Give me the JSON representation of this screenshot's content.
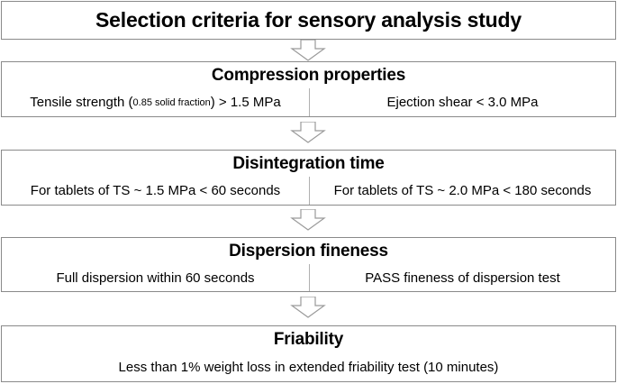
{
  "title": "Selection criteria for sensory analysis study",
  "stages": [
    {
      "heading": "Compression properties",
      "left": {
        "prefix": "Tensile strength (",
        "small": "0.85 solid fraction",
        "suffix": ") > 1.5 MPa"
      },
      "right": "Ejection shear < 3.0 MPa"
    },
    {
      "heading": "Disintegration time",
      "left": "For tablets of TS ~ 1.5 MPa < 60 seconds",
      "right": "For tablets of TS ~ 2.0 MPa < 180 seconds"
    },
    {
      "heading": "Dispersion fineness",
      "left": "Full dispersion within 60 seconds",
      "right": "PASS fineness of dispersion test"
    },
    {
      "heading": "Friability",
      "full": "Less than 1% weight loss in extended friability test (10 minutes)"
    }
  ],
  "colors": {
    "border": "#8a8a8a",
    "arrow_stroke": "#9a9a9a",
    "background": "#ffffff"
  }
}
